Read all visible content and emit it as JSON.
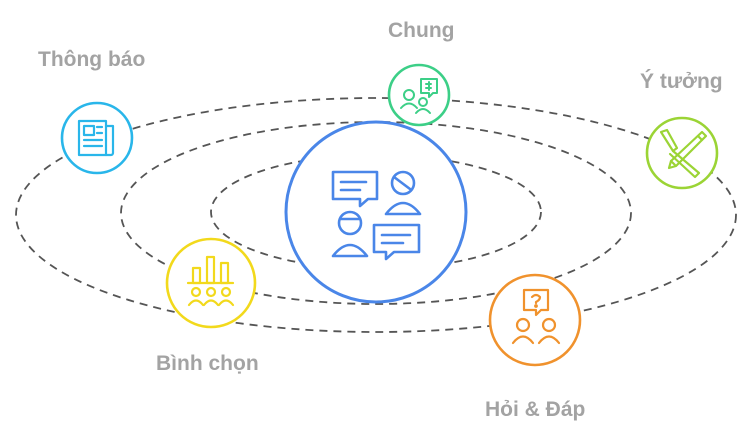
{
  "channels": {
    "announcements": {
      "label": "Thông báo",
      "icon": "newspaper-icon",
      "color": "#29b6ea"
    },
    "general": {
      "label": "Chung",
      "icon": "chat-people-icon",
      "color": "#3ccf87"
    },
    "ideas": {
      "label": "Ý tưởng",
      "icon": "brush-pencil-icon",
      "color": "#9bd435"
    },
    "polls": {
      "label": "Bình chọn",
      "icon": "bar-chart-people-icon",
      "color": "#f2d91c"
    },
    "qa": {
      "label": "Hỏi & Đáp",
      "icon": "question-chat-icon",
      "color": "#f0922d"
    }
  },
  "center": {
    "icon": "conversation-icon",
    "color": "#4a86e8"
  },
  "colors": {
    "orbit": "#555555",
    "label": "#a3a3a3"
  }
}
